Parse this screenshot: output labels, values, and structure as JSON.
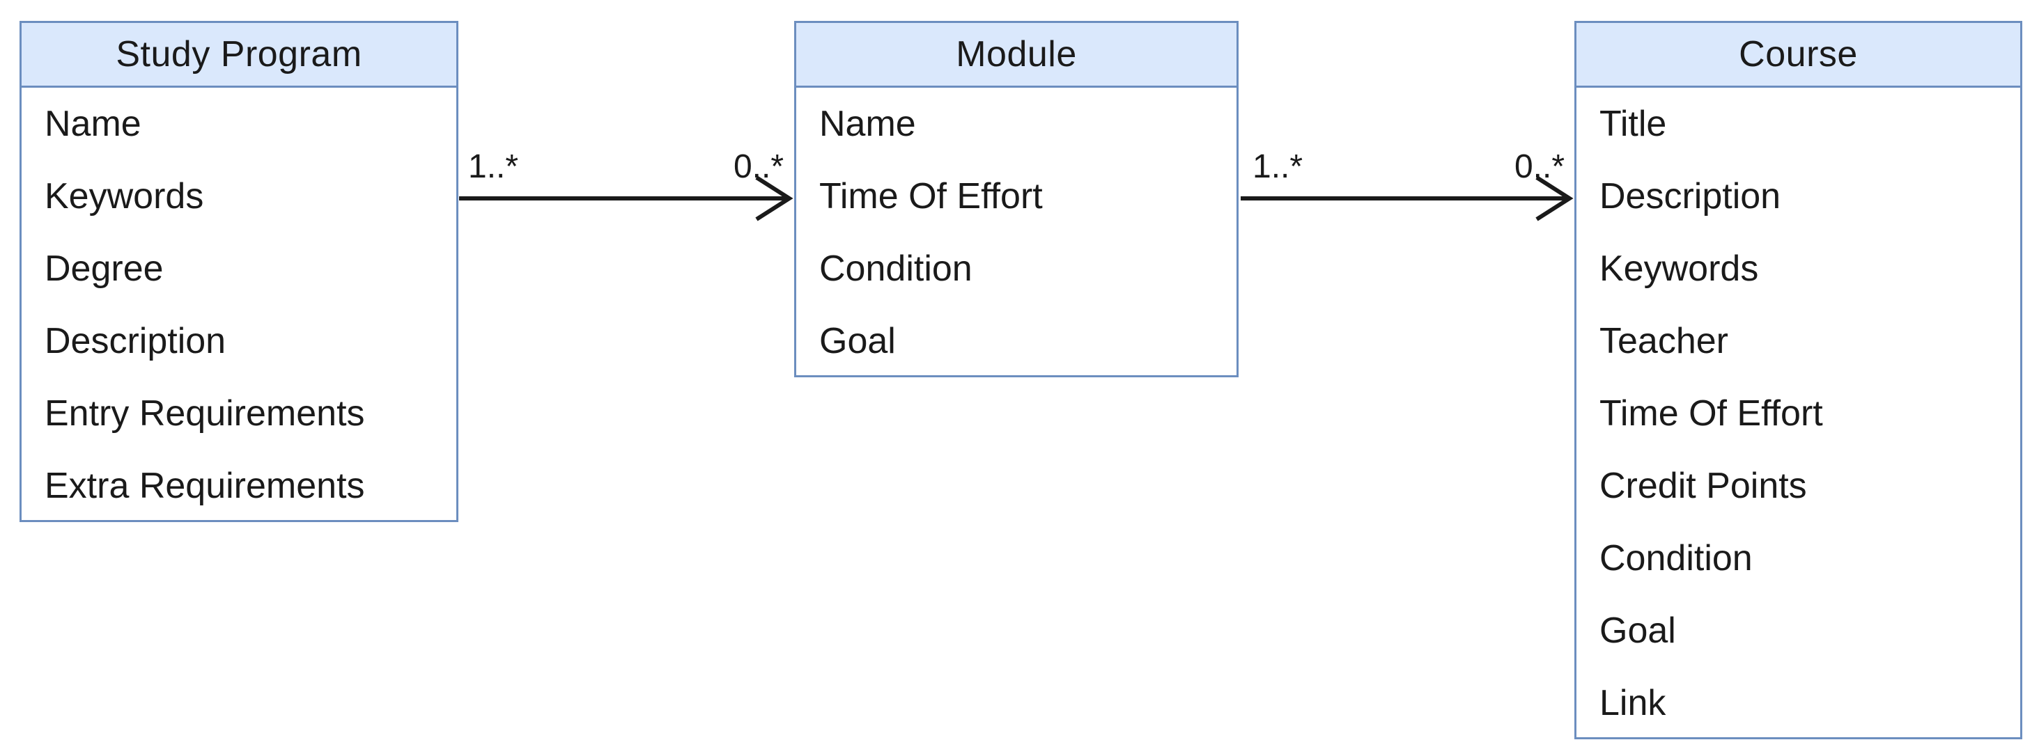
{
  "diagram": {
    "type": "uml-entity-diagram",
    "colors": {
      "header_fill": "#dae8fc",
      "border": "#6c8ebf",
      "text": "#1a1a1a",
      "arrow": "#1a1a1a",
      "background": "#ffffff"
    },
    "entities": [
      {
        "title": "Study Program",
        "attributes": [
          "Name",
          "Keywords",
          "Degree",
          "Description",
          "Entry Requirements",
          "Extra Requirements"
        ]
      },
      {
        "title": "Module",
        "attributes": [
          "Name",
          "Time Of Effort",
          "Condition",
          "Goal"
        ]
      },
      {
        "title": "Course",
        "attributes": [
          "Title",
          "Description",
          "Keywords",
          "Teacher",
          "Time Of Effort",
          "Credit Points",
          "Condition",
          "Goal",
          "Link"
        ]
      }
    ],
    "relations": [
      {
        "from": "Study Program",
        "to": "Module",
        "source_multiplicity": "1..*",
        "target_multiplicity": "0..*",
        "arrow_style": "open"
      },
      {
        "from": "Module",
        "to": "Course",
        "source_multiplicity": "1..*",
        "target_multiplicity": "0..*",
        "arrow_style": "open"
      }
    ]
  }
}
